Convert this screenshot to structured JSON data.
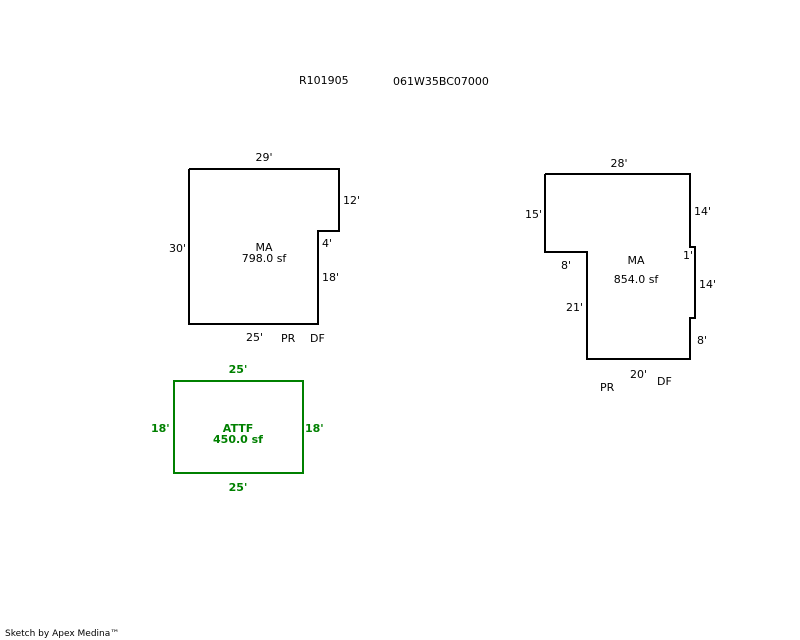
{
  "header": {
    "account_id": "R101905",
    "map_tax_lot": "061W35BC07000"
  },
  "footer": {
    "credit": "Sketch by Apex Medina™"
  },
  "colors": {
    "outline": "#000000",
    "attf": "#008000"
  },
  "areas": {
    "left_main": {
      "code": "MA",
      "area": "798.0 sf",
      "dims": [
        "29'",
        "12'",
        "4'",
        "18'",
        "25'",
        "30'"
      ],
      "tags": [
        "PR",
        "DF"
      ]
    },
    "attf": {
      "code": "ATTF",
      "area": "450.0 sf",
      "dims": [
        "25'",
        "18'",
        "25'",
        "18'"
      ]
    },
    "right_main": {
      "code": "MA",
      "area": "854.0 sf",
      "dims": [
        "28'",
        "14'",
        "1'",
        "14'",
        "8'",
        "20'",
        "21'",
        "8'",
        "15'"
      ],
      "tags": [
        "PR",
        "DF"
      ]
    }
  }
}
